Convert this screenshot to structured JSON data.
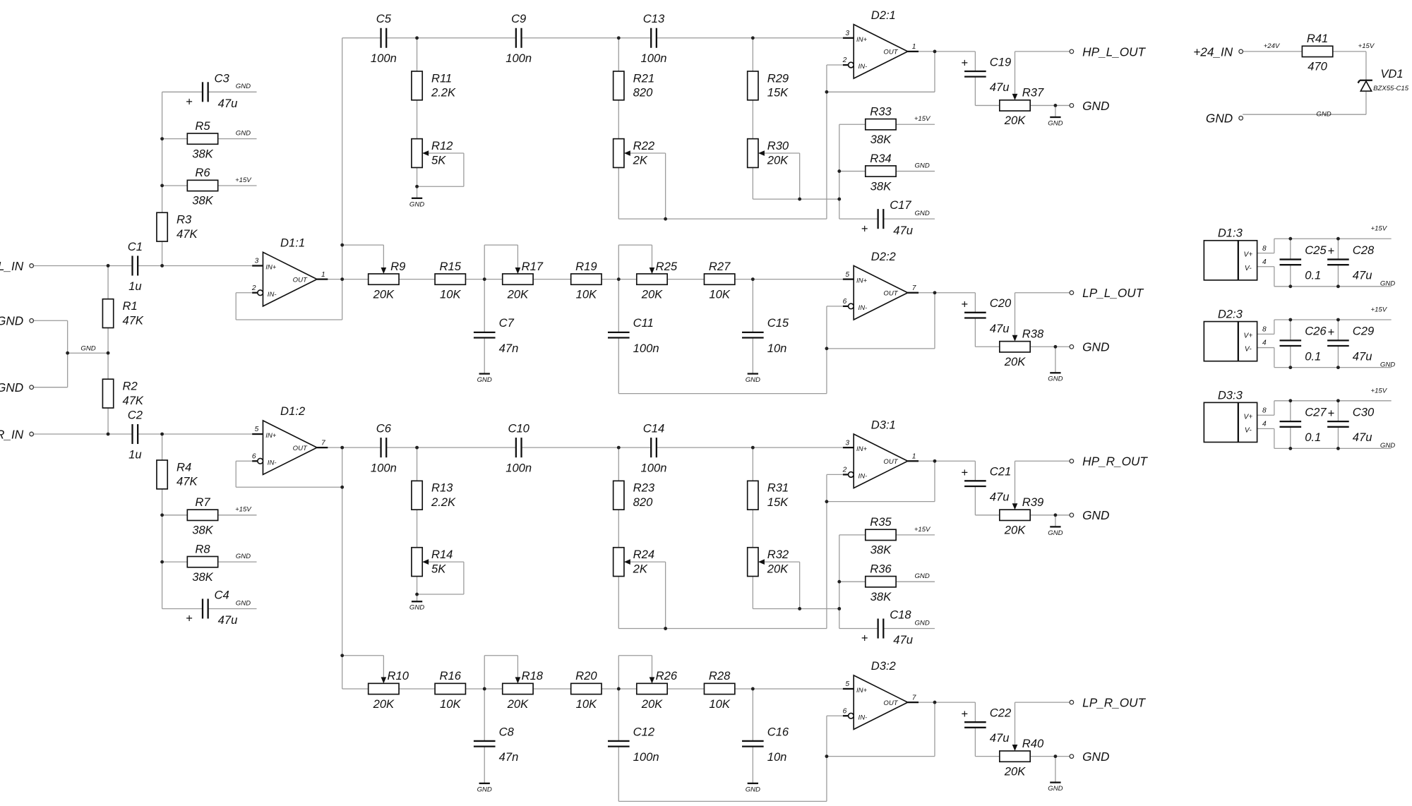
{
  "net_labels": {
    "gnd": "GND",
    "p15v": "+15V",
    "p24v": "+24V"
  },
  "polarity_mark": "+",
  "terminals": {
    "l_in": "L_IN",
    "r_in": "R_IN",
    "gnd_in_1": "GND",
    "gnd_in_2": "GND",
    "hp_l_out": "HP_L_OUT",
    "hp_l_gnd": "GND",
    "lp_l_out": "LP_L_OUT",
    "lp_l_gnd": "GND",
    "hp_r_out": "HP_R_OUT",
    "hp_r_gnd": "GND",
    "lp_r_out": "LP_R_OUT",
    "lp_r_gnd": "GND",
    "p24_in": "+24_IN",
    "psu_gnd": "GND"
  },
  "pin_labels": {
    "in_plus": "IN+",
    "in_minus": "IN-",
    "out": "OUT",
    "v_plus": "V+",
    "v_minus": "V-"
  },
  "opamps": {
    "D1_1": {
      "name": "D1:1",
      "pins": {
        "in_plus": "3",
        "in_minus": "2",
        "out": "1"
      }
    },
    "D1_2": {
      "name": "D1:2",
      "pins": {
        "in_plus": "5",
        "in_minus": "6",
        "out": "7"
      }
    },
    "D2_1": {
      "name": "D2:1",
      "pins": {
        "in_plus": "3",
        "in_minus": "2",
        "out": "1"
      }
    },
    "D2_2": {
      "name": "D2:2",
      "pins": {
        "in_plus": "5",
        "in_minus": "6",
        "out": "7"
      }
    },
    "D3_1": {
      "name": "D3:1",
      "pins": {
        "in_plus": "3",
        "in_minus": "2",
        "out": "1"
      }
    },
    "D3_2": {
      "name": "D3:2",
      "pins": {
        "in_plus": "5",
        "in_minus": "6",
        "out": "7"
      }
    }
  },
  "power_blocks": {
    "D1_3": {
      "name": "D1:3",
      "pin_vplus": "8",
      "pin_vminus": "4"
    },
    "D2_3": {
      "name": "D2:3",
      "pin_vplus": "8",
      "pin_vminus": "4"
    },
    "D3_3": {
      "name": "D3:3",
      "pin_vplus": "8",
      "pin_vminus": "4"
    }
  },
  "components": {
    "R1": {
      "ref": "R1",
      "value": "47K"
    },
    "R2": {
      "ref": "R2",
      "value": "47K"
    },
    "R3": {
      "ref": "R3",
      "value": "47K"
    },
    "R4": {
      "ref": "R4",
      "value": "47K"
    },
    "R5": {
      "ref": "R5",
      "value": "38K"
    },
    "R6": {
      "ref": "R6",
      "value": "38K"
    },
    "R7": {
      "ref": "R7",
      "value": "38K"
    },
    "R8": {
      "ref": "R8",
      "value": "38K"
    },
    "R9": {
      "ref": "R9",
      "value": "20K"
    },
    "R10": {
      "ref": "R10",
      "value": "20K"
    },
    "R11": {
      "ref": "R11",
      "value": "2.2K"
    },
    "R12": {
      "ref": "R12",
      "value": "5K"
    },
    "R13": {
      "ref": "R13",
      "value": "2.2K"
    },
    "R14": {
      "ref": "R14",
      "value": "5K"
    },
    "R15": {
      "ref": "R15",
      "value": "10K"
    },
    "R16": {
      "ref": "R16",
      "value": "10K"
    },
    "R17": {
      "ref": "R17",
      "value": "20K"
    },
    "R18": {
      "ref": "R18",
      "value": "20K"
    },
    "R19": {
      "ref": "R19",
      "value": "10K"
    },
    "R20": {
      "ref": "R20",
      "value": "10K"
    },
    "R21": {
      "ref": "R21",
      "value": "820"
    },
    "R22": {
      "ref": "R22",
      "value": "2K"
    },
    "R23": {
      "ref": "R23",
      "value": "820"
    },
    "R24": {
      "ref": "R24",
      "value": "2K"
    },
    "R25": {
      "ref": "R25",
      "value": "20K"
    },
    "R26": {
      "ref": "R26",
      "value": "20K"
    },
    "R27": {
      "ref": "R27",
      "value": "10K"
    },
    "R28": {
      "ref": "R28",
      "value": "10K"
    },
    "R29": {
      "ref": "R29",
      "value": "15K"
    },
    "R30": {
      "ref": "R30",
      "value": "20K"
    },
    "R31": {
      "ref": "R31",
      "value": "15K"
    },
    "R32": {
      "ref": "R32",
      "value": "20K"
    },
    "R33": {
      "ref": "R33",
      "value": "38K"
    },
    "R34": {
      "ref": "R34",
      "value": "38K"
    },
    "R35": {
      "ref": "R35",
      "value": "38K"
    },
    "R36": {
      "ref": "R36",
      "value": "38K"
    },
    "R37": {
      "ref": "R37",
      "value": "20K"
    },
    "R38": {
      "ref": "R38",
      "value": "20K"
    },
    "R39": {
      "ref": "R39",
      "value": "20K"
    },
    "R40": {
      "ref": "R40",
      "value": "20K"
    },
    "R41": {
      "ref": "R41",
      "value": "470"
    },
    "C1": {
      "ref": "C1",
      "value": "1u"
    },
    "C2": {
      "ref": "C2",
      "value": "1u"
    },
    "C3": {
      "ref": "C3",
      "value": "47u"
    },
    "C4": {
      "ref": "C4",
      "value": "47u"
    },
    "C5": {
      "ref": "C5",
      "value": "100n"
    },
    "C6": {
      "ref": "C6",
      "value": "100n"
    },
    "C7": {
      "ref": "C7",
      "value": "47n"
    },
    "C8": {
      "ref": "C8",
      "value": "47n"
    },
    "C9": {
      "ref": "C9",
      "value": "100n"
    },
    "C10": {
      "ref": "C10",
      "value": "100n"
    },
    "C11": {
      "ref": "C11",
      "value": "100n"
    },
    "C12": {
      "ref": "C12",
      "value": "100n"
    },
    "C13": {
      "ref": "C13",
      "value": "100n"
    },
    "C14": {
      "ref": "C14",
      "value": "100n"
    },
    "C15": {
      "ref": "C15",
      "value": "10n"
    },
    "C16": {
      "ref": "C16",
      "value": "10n"
    },
    "C17": {
      "ref": "C17",
      "value": "47u"
    },
    "C18": {
      "ref": "C18",
      "value": "47u"
    },
    "C19": {
      "ref": "C19",
      "value": "47u"
    },
    "C20": {
      "ref": "C20",
      "value": "47u"
    },
    "C21": {
      "ref": "C21",
      "value": "47u"
    },
    "C22": {
      "ref": "C22",
      "value": "47u"
    },
    "C25": {
      "ref": "C25",
      "value": "0.1"
    },
    "C26": {
      "ref": "C26",
      "value": "0.1"
    },
    "C27": {
      "ref": "C27",
      "value": "0.1"
    },
    "C28": {
      "ref": "C28",
      "value": "47u"
    },
    "C29": {
      "ref": "C29",
      "value": "47u"
    },
    "C30": {
      "ref": "C30",
      "value": "47u"
    },
    "VD1": {
      "ref": "VD1",
      "value": "BZX55-C15"
    }
  }
}
